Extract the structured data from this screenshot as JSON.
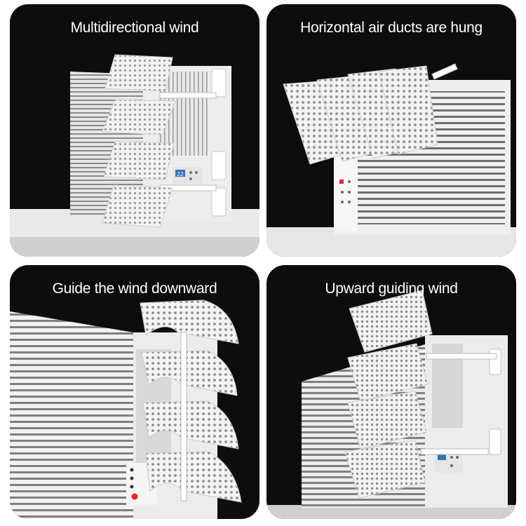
{
  "panels": [
    {
      "caption": "Multidirectional wind"
    },
    {
      "caption": "Horizontal air ducts are hung"
    },
    {
      "caption": "Guide the wind downward"
    },
    {
      "caption": "Upward guiding wind"
    }
  ],
  "display_reading": "22",
  "colors": {
    "background": "#0d0d0d",
    "caption": "#ffffff",
    "unit_body": "#ececec",
    "vent_line": "#8a8a8a",
    "deflector": "#f2f2f2",
    "power_button": "#e0262b"
  },
  "icons": [
    "air-conditioner-unit",
    "perforated-deflector",
    "mounting-clip",
    "control-panel"
  ]
}
